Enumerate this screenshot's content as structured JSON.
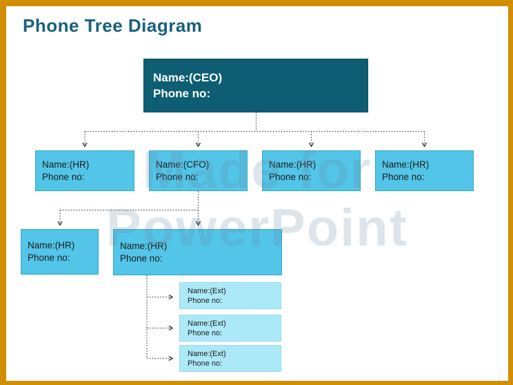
{
  "title": "Phone Tree Diagram",
  "watermark": {
    "line1": "Made for",
    "line2": "PowerPoint"
  },
  "colors": {
    "border_gold": "#D18E00",
    "title_teal": "#17607E",
    "root_fill": "#0D5E73",
    "root_text": "#FFFFFF",
    "node_fill": "#52C5E8",
    "leaf_fill": "#ACE9F8",
    "connector_gray": "#4A4A4A",
    "node_text": "#1B1B1B"
  },
  "nodes": {
    "root": {
      "name": "Name:(CEO)",
      "phone": "Phone no:"
    },
    "level2": [
      {
        "name": "Name:(HR)",
        "phone": "Phone no:"
      },
      {
        "name": "Name:(CFO)",
        "phone": "Phone no:"
      },
      {
        "name": "Name:(HR)",
        "phone": "Phone no:"
      },
      {
        "name": "Name:(HR)",
        "phone": "Phone no:"
      }
    ],
    "level3": [
      {
        "name": "Name:(HR)",
        "phone": "Phone no:"
      },
      {
        "name": "Name:(HR)",
        "phone": "Phone no:"
      }
    ],
    "level4": [
      {
        "name": "Name:(Ext)",
        "phone": "Phone no:"
      },
      {
        "name": "Name:(Ext)",
        "phone": "Phone no:"
      },
      {
        "name": "Name:(Ext)",
        "phone": "Phone no:"
      }
    ]
  }
}
